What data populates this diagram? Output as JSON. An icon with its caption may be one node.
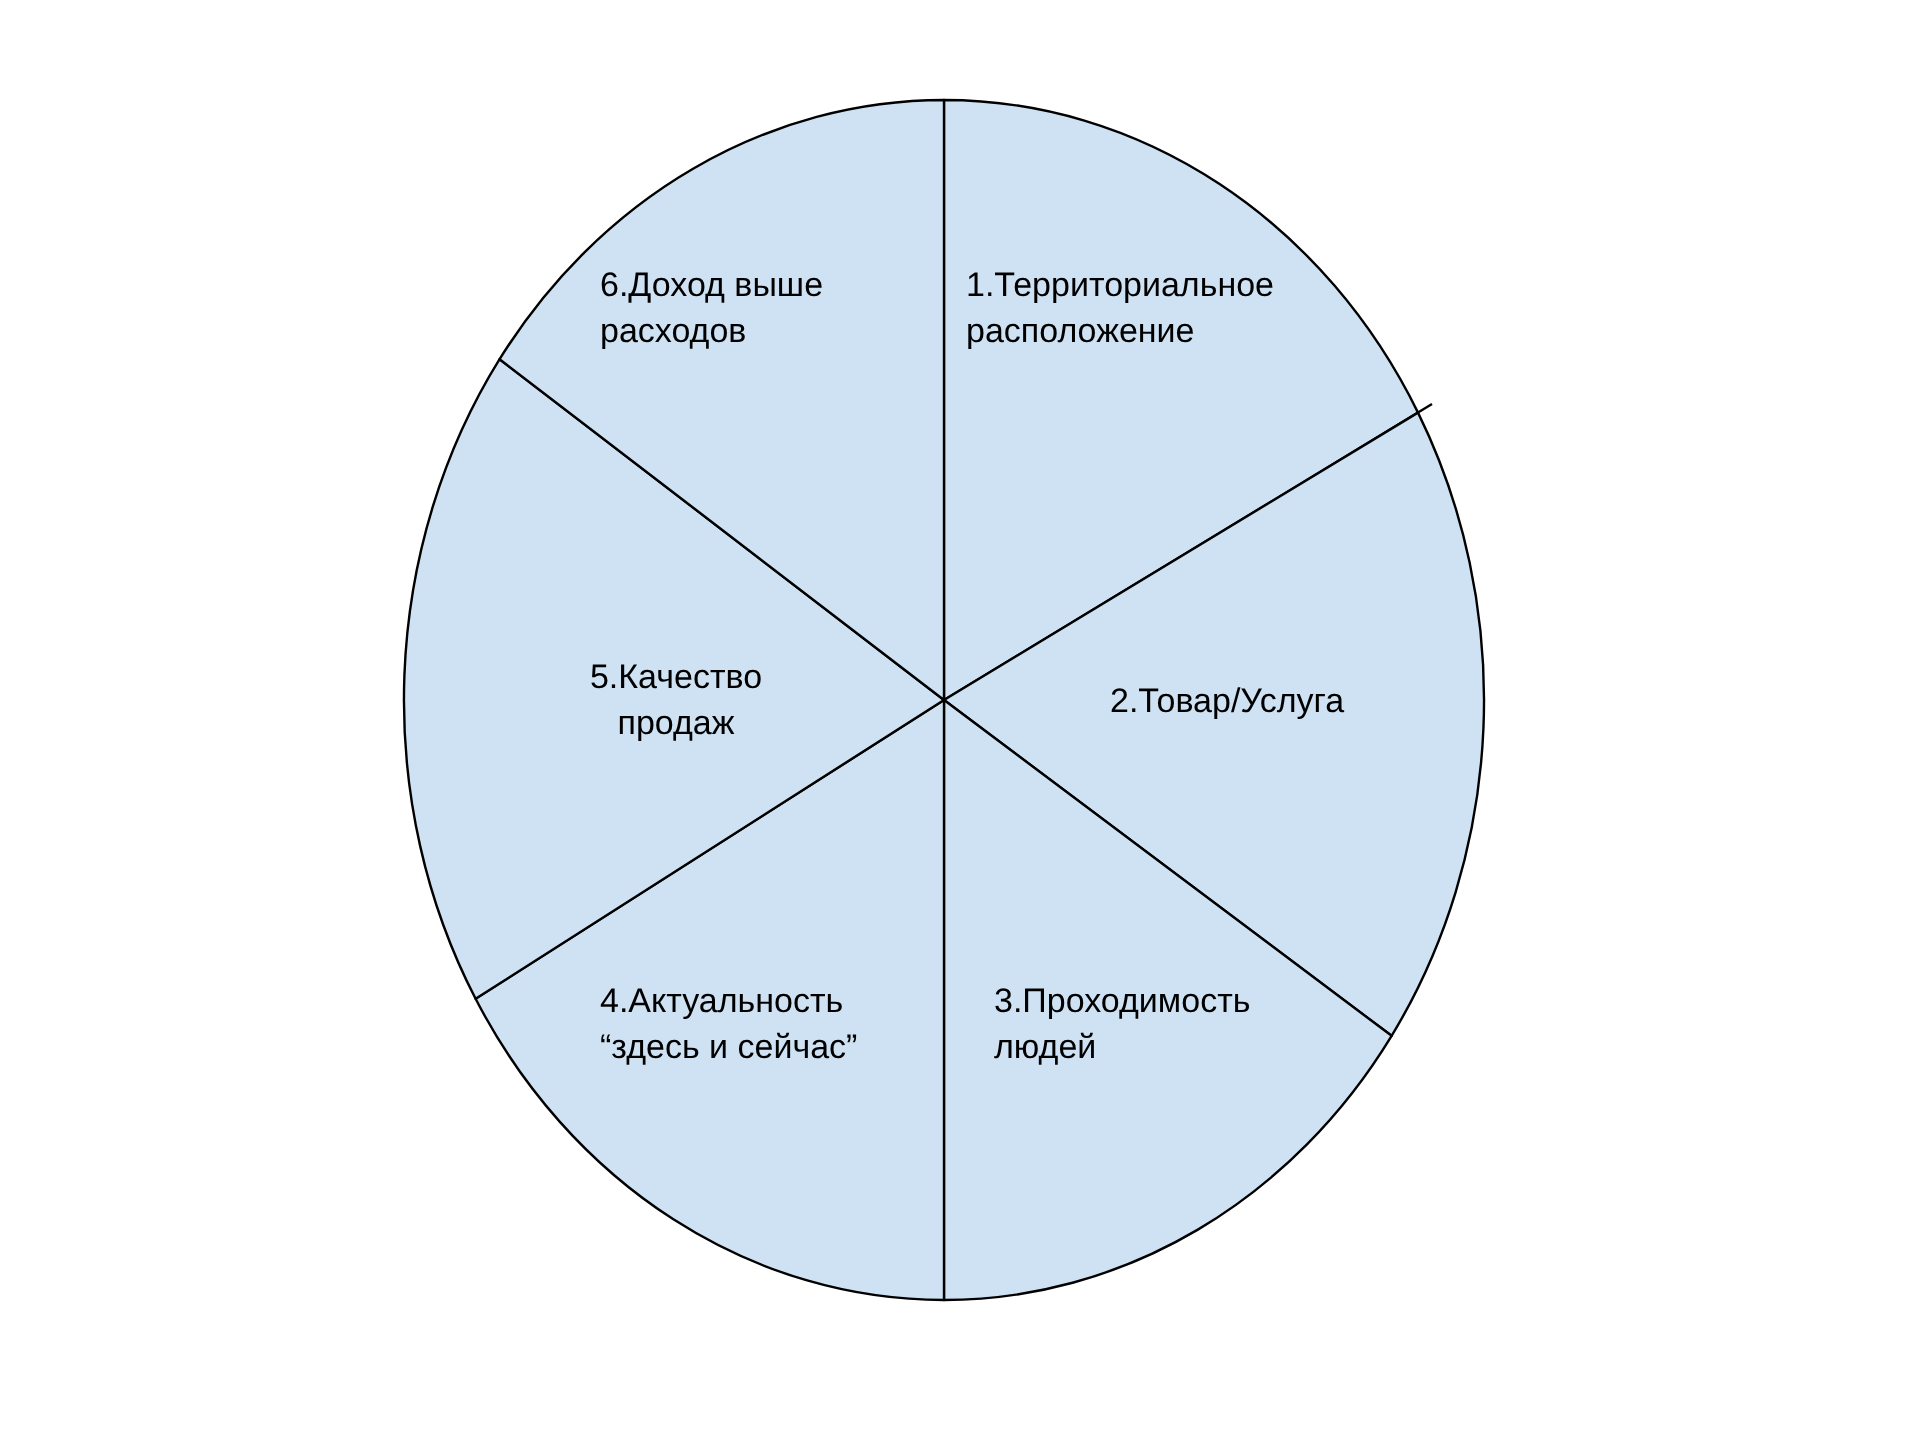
{
  "diagram": {
    "nodes": [
      {
        "text": [
          "1.Территориальное расположение"
        ]
      },
      {
        "text": [
          "2.Товар/Услуга"
        ]
      },
      {
        "text": [
          "3.Проходимость людей"
        ]
      },
      {
        "text": [
          "4.Актуальность “здесь и сейчас”"
        ]
      },
      {
        "text": [
          "5.Качество продаж"
        ]
      },
      {
        "text": [
          "6.Доход выше расходов"
        ]
      }
    ]
  }
}
